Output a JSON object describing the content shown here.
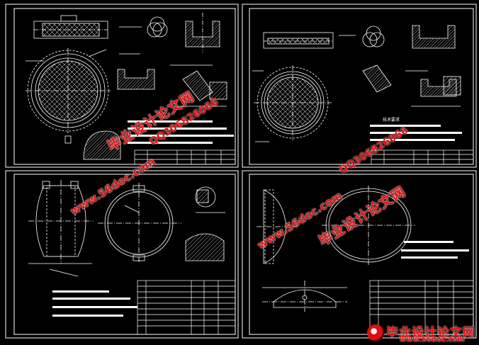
{
  "watermarks": {
    "brand_cn": "毕业设计论文网",
    "site_url": "www.56doc.com",
    "qq": "QQ306826066",
    "logo_cn": "毕业设计论文网",
    "logo_url": "www.56doc.com",
    "color": "#e01010"
  },
  "drawing": {
    "background": "#000000",
    "line_color": "#ffffff",
    "tech_note": "技术要求"
  }
}
